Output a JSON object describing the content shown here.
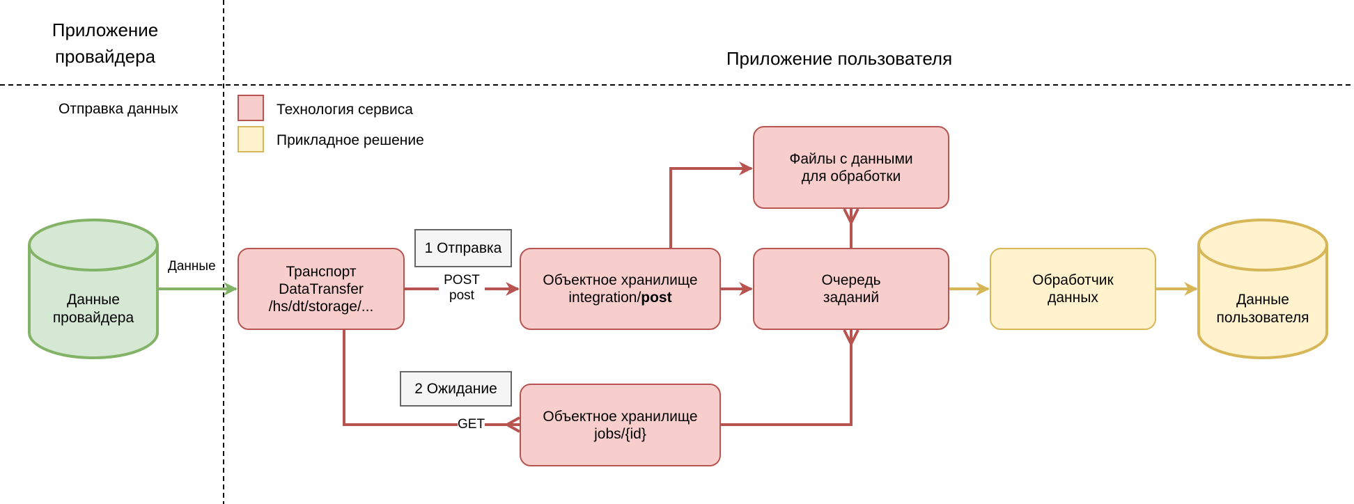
{
  "headers": {
    "provider_app": [
      "Приложение",
      "провайдера"
    ],
    "user_app": "Приложение пользователя",
    "send_data": "Отправка данных"
  },
  "legend": [
    {
      "label": "Технология сервиса",
      "color": "#f8cecc"
    },
    {
      "label": "Прикладное решение",
      "color": "#fff2cc"
    }
  ],
  "nodes": {
    "provider_data": [
      "Данные",
      "провайдера"
    ],
    "transport": [
      "Транспорт",
      "DataTransfer",
      "/hs/dt/storage/..."
    ],
    "storage_post": {
      "line1": "Объектное хранилище",
      "line2_prefix": "integration/",
      "line2_bold": "post"
    },
    "files": [
      "Файлы с данными",
      "для обработки"
    ],
    "queue": [
      "Очередь",
      "заданий"
    ],
    "handler": [
      "Обработчик",
      "данных"
    ],
    "user_data": [
      "Данные",
      "пользователя"
    ],
    "storage_jobs": [
      "Объектное хранилище",
      "jobs/{id}"
    ]
  },
  "steps": {
    "step1": "1 Отправка",
    "step2": "2 Ожидание"
  },
  "edges": {
    "data": "Данные",
    "post": [
      "POST",
      "post"
    ],
    "get": "GET"
  }
}
